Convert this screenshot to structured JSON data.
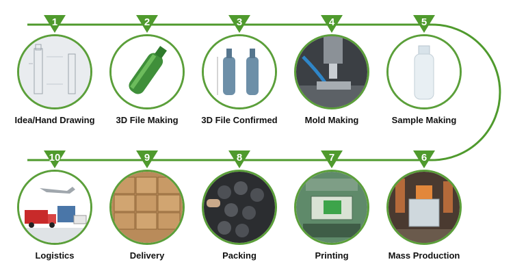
{
  "accent_color": "#4f9a2d",
  "steps": [
    {
      "number": "1",
      "label": "Idea/Hand Drawing",
      "icon": "hand-drawing-icon"
    },
    {
      "number": "2",
      "label": "3D File Making",
      "icon": "3d-bottle-icon"
    },
    {
      "number": "3",
      "label": "3D File Confirmed",
      "icon": "bottle-drawing-icon"
    },
    {
      "number": "4",
      "label": "Mold Making",
      "icon": "milling-machine-icon"
    },
    {
      "number": "5",
      "label": "Sample Making",
      "icon": "sample-bottle-icon"
    },
    {
      "number": "6",
      "label": "Mass Production",
      "icon": "factory-icon"
    },
    {
      "number": "7",
      "label": "Printing",
      "icon": "printing-machine-icon"
    },
    {
      "number": "8",
      "label": "Packing",
      "icon": "packing-bottles-icon"
    },
    {
      "number": "9",
      "label": "Delivery",
      "icon": "cartons-icon"
    },
    {
      "number": "10",
      "label": "Logistics",
      "icon": "logistics-icon"
    }
  ]
}
